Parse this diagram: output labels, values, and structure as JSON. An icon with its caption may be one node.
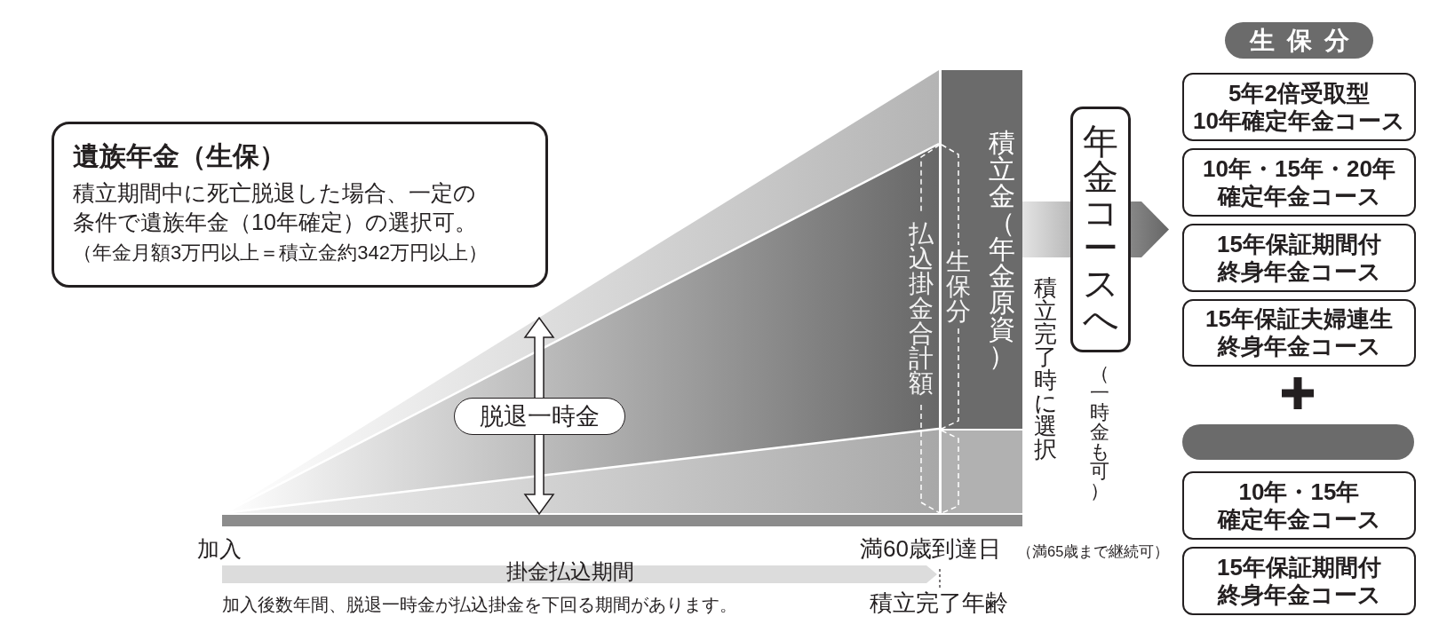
{
  "diagram": {
    "nodes": [
      {
        "text": [
          "遺族年金（生保）",
          "積立期間中に死亡脱退した場合、一定の条件で遺族年金（10年確定）の選択可。",
          "（年金月額3万円以上＝積立金約342万円以上）"
        ]
      },
      {
        "text": [
          "脱退一時金"
        ]
      },
      {
        "text": [
          "積立金（年金原資）"
        ]
      },
      {
        "text": [],
        "shape": "box"
      },
      {
        "text": [
          "年金コースへ"
        ],
        "beside": [
          "（一時金も可）"
        ]
      },
      {
        "text": [
          "生保分"
        ]
      },
      {
        "text": [
          "5年2倍受取型10年確定年金コース"
        ]
      },
      {
        "text": [
          "10年・15年・20年確定年金コース"
        ]
      },
      {
        "text": [
          "15年保証期間付終身年金コース"
        ]
      },
      {
        "text": [
          "15年保証夫婦連生終身年金コース"
        ]
      },
      {
        "text": [],
        "shape": "box"
      },
      {
        "text": [
          "10年・15年確定年金コース"
        ]
      },
      {
        "text": [
          "15年保証期間付終身年金コース"
        ]
      }
    ],
    "edges": [
      {
        "from": 2,
        "to": 4,
        "arrow": "none"
      },
      {
        "from": 4,
        "to": null,
        "arrow": "to"
      }
    ],
    "labels": [
      "払込掛金合計額",
      "生保分",
      "積立完了時に選択",
      "加入",
      "満60歳到達日",
      "（満65歳まで継続可）",
      "掛金払込期間",
      "加入後数年間、脱退一時金が払込掛金を下回る期間があります。",
      "積立完了年齢"
    ]
  }
}
